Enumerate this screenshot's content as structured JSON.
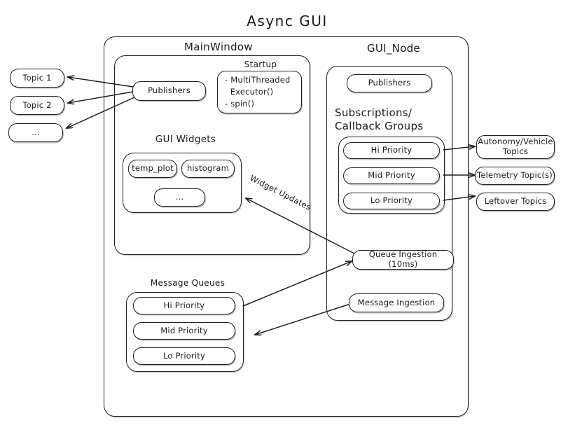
{
  "title": "Async  GUI",
  "colors": {
    "stroke": "#20201f",
    "background": "#ffffff",
    "text": "#1b1b1b"
  },
  "external_topics": [
    {
      "label": "Topic 1"
    },
    {
      "label": "Topic 2"
    },
    {
      "label": "..."
    }
  ],
  "outer_container": {
    "name": "async-gui-container"
  },
  "main_window": {
    "label": "MainWindow",
    "publishers": {
      "label": "Publishers"
    },
    "startup": {
      "label": "Startup",
      "items": [
        "- MultiThreaded",
        "  Executor()",
        "- spin()"
      ]
    },
    "gui_widgets": {
      "label": "GUI Widgets",
      "widgets": [
        {
          "label": "temp_plot"
        },
        {
          "label": "histogram"
        },
        {
          "label": "..."
        }
      ]
    },
    "message_queues": {
      "label": "Message Queues",
      "queues": [
        {
          "label": "Hi Priority"
        },
        {
          "label": "Mid Priority"
        },
        {
          "label": "Lo Priority"
        }
      ]
    }
  },
  "gui_node": {
    "label": "GUI_Node",
    "publishers": {
      "label": "Publishers"
    },
    "subscriptions": {
      "label": "Subscriptions/\nCallback Groups",
      "groups": [
        {
          "label": "Hi Priority"
        },
        {
          "label": "Mid Priority"
        },
        {
          "label": "Lo Priority"
        }
      ]
    },
    "queue_ingestion": {
      "label": "Queue Ingestion (10ms)"
    },
    "message_ingestion": {
      "label": "Message Ingestion"
    }
  },
  "right_topics": [
    {
      "label": "Autonomy/Vehicle\nTopics"
    },
    {
      "label": "Telemetry Topic(s)"
    },
    {
      "label": "Leftover Topics"
    }
  ],
  "edges": [
    {
      "label": "Widget Updates",
      "name": "widget-updates-edge-label"
    }
  ]
}
